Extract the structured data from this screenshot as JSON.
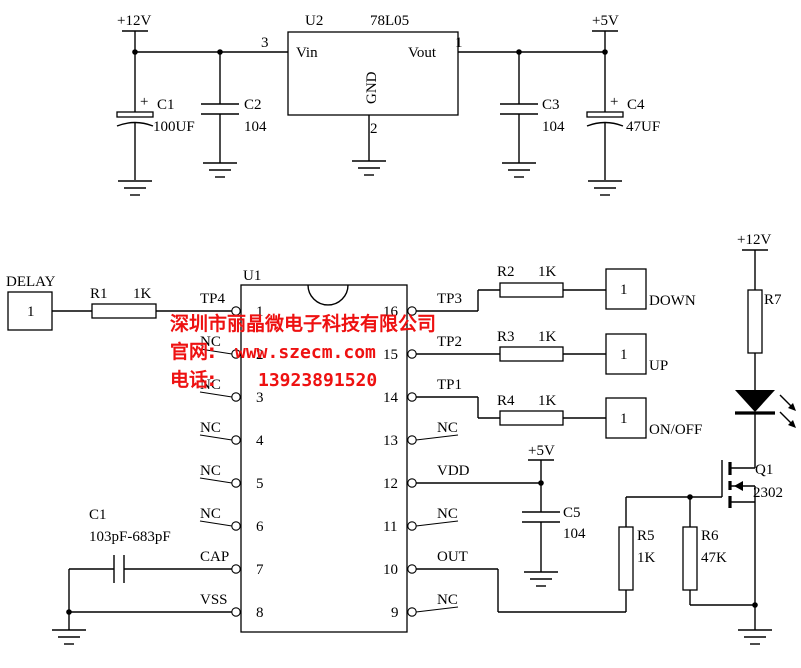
{
  "regulator": {
    "part": "U2",
    "model": "78L05",
    "in_label": "Vin",
    "out_label": "Vout",
    "gnd_label": "GND",
    "pin_in": "3",
    "pin_out": "1",
    "pin_gnd": "2",
    "rail_in": "+12V",
    "rail_out": "+5V"
  },
  "caps_top": [
    {
      "ref": "C1",
      "value": "100UF",
      "polar": "+"
    },
    {
      "ref": "C2",
      "value": "104"
    },
    {
      "ref": "C3",
      "value": "104"
    },
    {
      "ref": "C4",
      "value": "47UF",
      "polar": "+"
    }
  ],
  "ic": {
    "ref": "U1",
    "pins_left": [
      {
        "num": "1",
        "name": "TP4"
      },
      {
        "num": "2",
        "name": "NC"
      },
      {
        "num": "3",
        "name": "NC"
      },
      {
        "num": "4",
        "name": "NC"
      },
      {
        "num": "5",
        "name": "NC"
      },
      {
        "num": "6",
        "name": "NC"
      },
      {
        "num": "7",
        "name": "CAP"
      },
      {
        "num": "8",
        "name": "VSS"
      }
    ],
    "pins_right": [
      {
        "num": "16",
        "name": "TP3"
      },
      {
        "num": "15",
        "name": "TP2"
      },
      {
        "num": "14",
        "name": "TP1"
      },
      {
        "num": "13",
        "name": "NC"
      },
      {
        "num": "12",
        "name": "VDD"
      },
      {
        "num": "11",
        "name": "NC"
      },
      {
        "num": "10",
        "name": "OUT"
      },
      {
        "num": "9",
        "name": "NC"
      }
    ]
  },
  "inputs": {
    "delay": {
      "label": "DELAY",
      "box": "1",
      "r_ref": "R1",
      "r_val": "1K"
    },
    "down": {
      "label": "DOWN",
      "box": "1",
      "r_ref": "R2",
      "r_val": "1K"
    },
    "up": {
      "label": "UP",
      "box": "1",
      "r_ref": "R3",
      "r_val": "1K"
    },
    "onoff": {
      "label": "ON/OFF",
      "box": "1",
      "r_ref": "R4",
      "r_val": "1K"
    }
  },
  "c_cap": {
    "ref": "C1",
    "value": "103pF-683pF"
  },
  "c5": {
    "ref": "C5",
    "value": "104",
    "rail": "+5V"
  },
  "output": {
    "rail": "+12V",
    "r7": "R7",
    "q1_ref": "Q1",
    "q1_part": "2302",
    "r5_ref": "R5",
    "r5_val": "1K",
    "r6_ref": "R6",
    "r6_val": "47K"
  },
  "watermark": {
    "company": "深圳市丽晶微电子科技有限公司",
    "site_label": "官网:",
    "site": "www.szecm.com",
    "phone_label": "电话:",
    "phone": "13923891520"
  }
}
